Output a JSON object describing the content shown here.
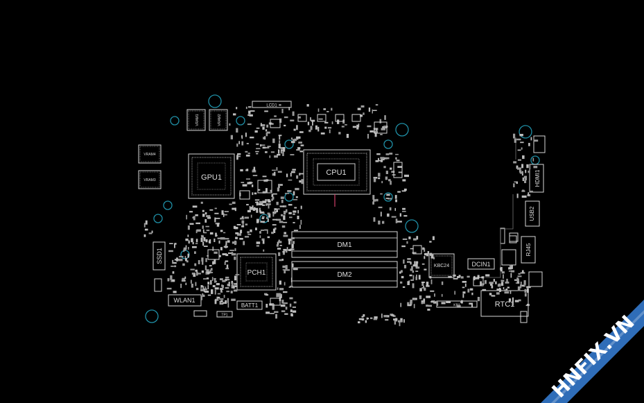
{
  "board": {
    "labels": {
      "lcd": "LCD1",
      "cpu": "CPU1",
      "gpu": "GPU1",
      "vram_a": "VRAM1",
      "vram_b": "VRAM2",
      "vram_c": "VRAM4",
      "vram_d": "VRAM3",
      "pch": "PCH1",
      "dimm1": "DM1",
      "dimm2": "DM2",
      "kbc": "KBC24",
      "dcin": "DCIN1",
      "kb": "KB1",
      "rtc": "RTC1",
      "hdmi": "HDMI1",
      "usb": "USB2",
      "rj45": "RJ45",
      "ssd": "SSD1",
      "wlan": "WLAN1",
      "batt": "BATT1",
      "tp": "TP1"
    }
  },
  "watermark": {
    "text": "HNFIX.VN",
    "color": "#2f6db8",
    "x_color": "#e02020"
  },
  "colors": {
    "background": "#000000",
    "outline": "#d8d8d8",
    "mount_hole": "#1f8fa6"
  }
}
